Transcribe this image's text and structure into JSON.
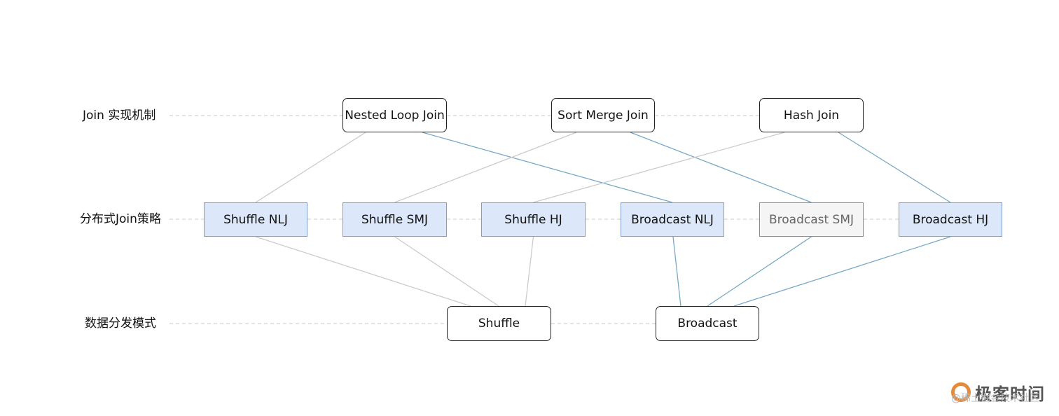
{
  "rows": {
    "join_mechanism": "Join 实现机制",
    "distributed_strategy": "分布式Join策略",
    "distribution_mode": "数据分发模式"
  },
  "mechanisms": {
    "nested_loop": "Nested Loop Join",
    "sort_merge": "Sort Merge Join",
    "hash": "Hash Join"
  },
  "strategies": {
    "shuffle_nlj": "Shuffle NLJ",
    "shuffle_smj": "Shuffle SMJ",
    "shuffle_hj": "Shuffle HJ",
    "broadcast_nlj": "Broadcast NLJ",
    "broadcast_smj": "Broadcast SMJ",
    "broadcast_hj": "Broadcast HJ"
  },
  "modes": {
    "shuffle": "Shuffle",
    "broadcast": "Broadcast"
  },
  "edges": [
    {
      "from": "nested_loop",
      "to": "shuffle_nlj",
      "color": "#c9ccd0"
    },
    {
      "from": "nested_loop",
      "to": "broadcast_nlj",
      "color": "#7aa9c4"
    },
    {
      "from": "sort_merge",
      "to": "shuffle_smj",
      "color": "#c9ccd0"
    },
    {
      "from": "sort_merge",
      "to": "broadcast_smj",
      "color": "#7aa9c4"
    },
    {
      "from": "hash",
      "to": "shuffle_hj",
      "color": "#c9ccd0"
    },
    {
      "from": "hash",
      "to": "broadcast_hj",
      "color": "#7aa9c4"
    },
    {
      "from": "shuffle_nlj",
      "to": "shuffle",
      "color": "#c9ccd0"
    },
    {
      "from": "shuffle_smj",
      "to": "shuffle",
      "color": "#c9ccd0"
    },
    {
      "from": "shuffle_hj",
      "to": "shuffle",
      "color": "#c9ccd0"
    },
    {
      "from": "broadcast_nlj",
      "to": "broadcast",
      "color": "#7aa9c4"
    },
    {
      "from": "broadcast_smj",
      "to": "broadcast",
      "color": "#7aa9c4"
    },
    {
      "from": "broadcast_hj",
      "to": "broadcast",
      "color": "#7aa9c4"
    }
  ],
  "colors": {
    "row_guide": "#c8c8c8",
    "strategy_fill": "#dce8fa",
    "strategy_border": "#7e9ec9",
    "broadcast_edge": "#7aa9c4",
    "shuffle_edge": "#c9ccd0"
  },
  "watermark": {
    "brand": "极客时间",
    "credit": "@稀土掘金技术社区"
  }
}
